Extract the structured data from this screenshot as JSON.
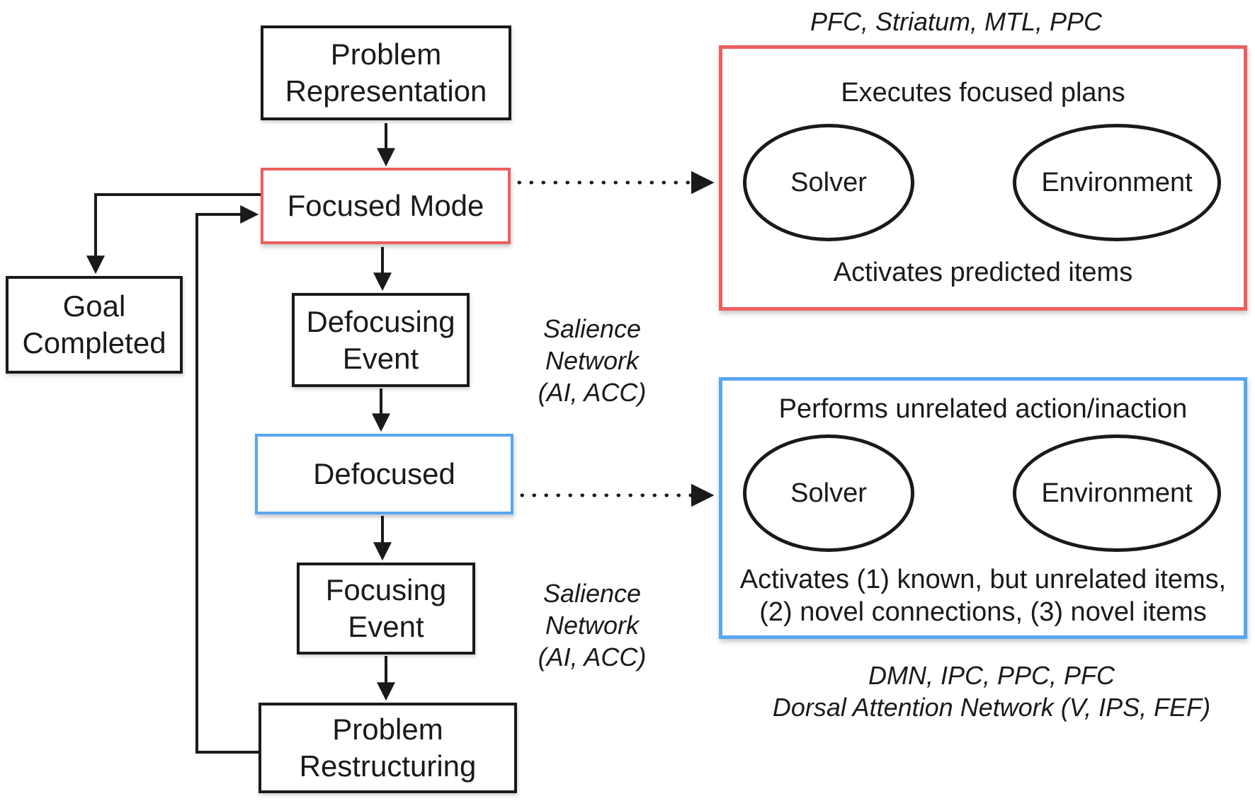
{
  "colors": {
    "accent_red": "#ED5E5E",
    "accent_blue": "#58A7F0",
    "ink": "#1A1A1A"
  },
  "flowchart": {
    "problem_representation": {
      "line1": "Problem",
      "line2": "Representation"
    },
    "focused_mode": {
      "label": "Focused Mode"
    },
    "goal_completed": {
      "line1": "Goal",
      "line2": "Completed"
    },
    "defocusing_event": {
      "line1": "Defocusing",
      "line2": "Event"
    },
    "defocused": {
      "label": "Defocused"
    },
    "focusing_event": {
      "line1": "Focusing",
      "line2": "Event"
    },
    "problem_restructuring": {
      "line1": "Problem",
      "line2": "Restructuring"
    }
  },
  "annotations": {
    "top_regions": "PFC, Striatum, MTL, PPC",
    "salience_upper": {
      "line1": "Salience Network",
      "line2": "(AI, ACC)"
    },
    "salience_lower": {
      "line1": "Salience Network",
      "line2": "(AI, ACC)"
    },
    "bottom_regions_line1": "DMN, IPC, PPC, PFC",
    "bottom_regions_line2": "Dorsal Attention Network (V, IPS, FEF)"
  },
  "focused_panel": {
    "top_caption": "Executes focused plans",
    "solver": "Solver",
    "environment": "Environment",
    "bottom_caption": "Activates predicted items"
  },
  "defocused_panel": {
    "top_caption": "Performs unrelated action/inaction",
    "solver": "Solver",
    "environment": "Environment",
    "bottom_caption_line1": "Activates (1) known, but unrelated items,",
    "bottom_caption_line2": "(2) novel connections, (3) novel items"
  }
}
